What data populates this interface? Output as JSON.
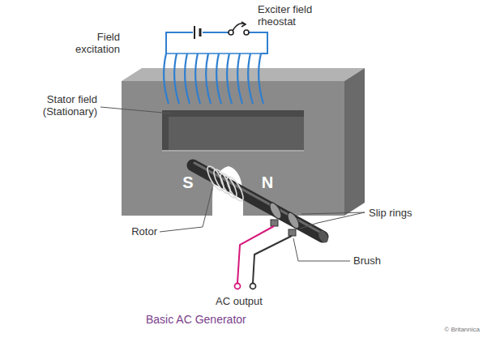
{
  "diagram": {
    "caption": "Basic AC Generator",
    "labels": [
      "Exciter field rheostat",
      "Field excitation",
      "Stator field (Stationary)",
      "S",
      "N",
      "Rotor",
      "Slip rings",
      "Brush",
      "AC output",
      "© Britannica"
    ]
  }
}
